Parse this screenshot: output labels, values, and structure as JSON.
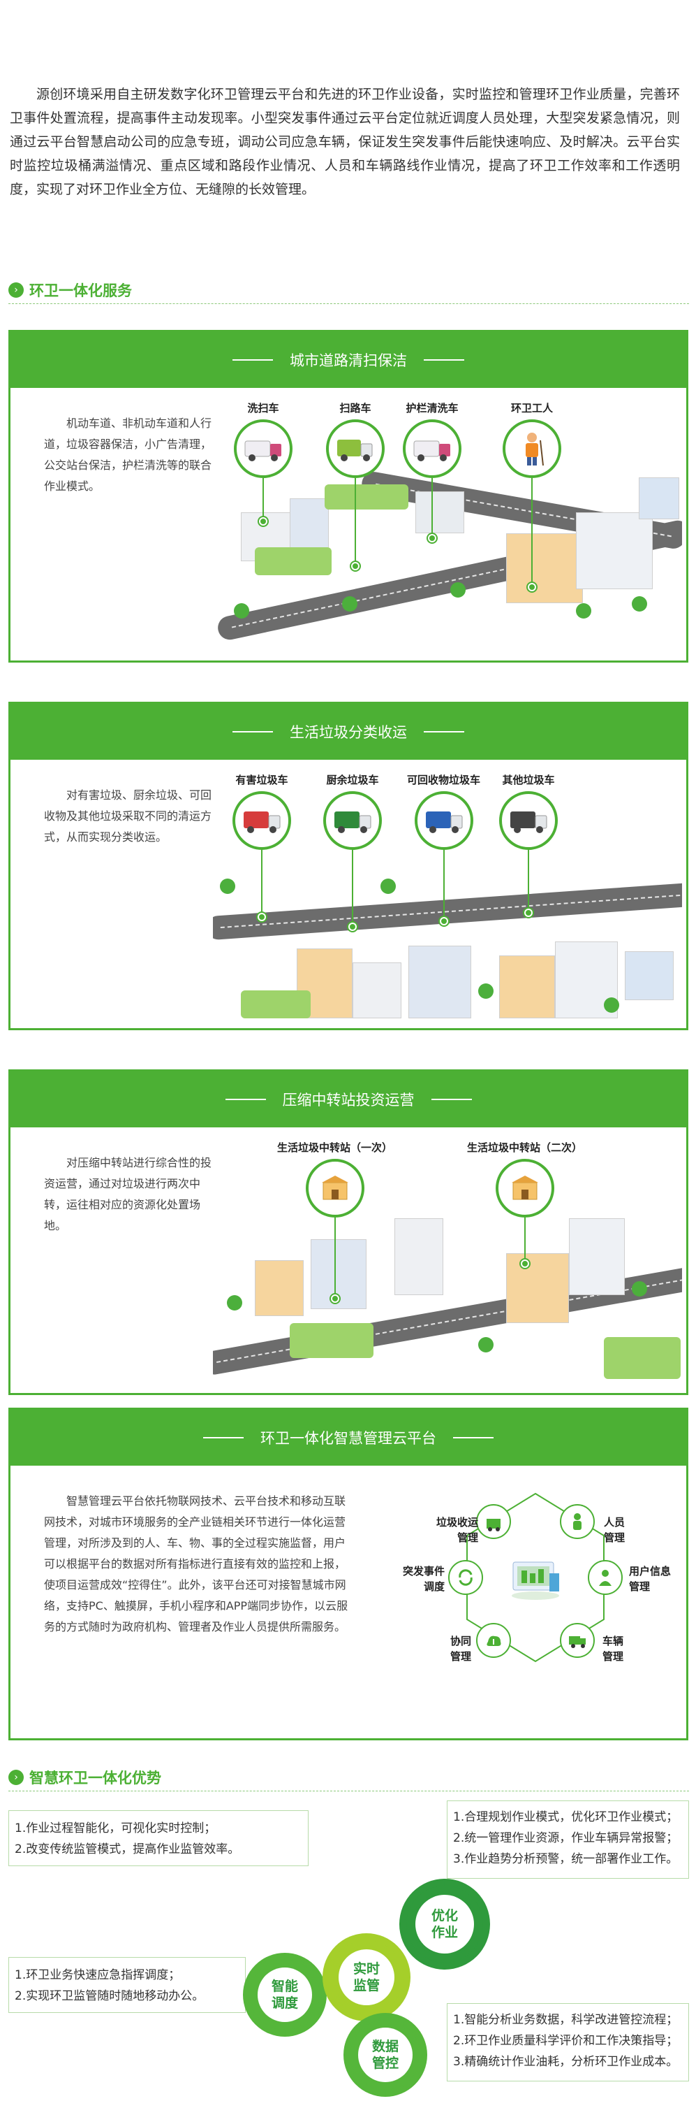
{
  "intro": "源创环境采用自主研发数字化环卫管理云平台和先进的环卫作业设备，实时监控和管理环卫作业质量，完善环卫事件处置流程，提高事件主动发现率。小型突发事件通过云平台定位就近调度人员处理，大型突发紧急情况，则通过云平台智慧启动公司的应急专班，调动公司应急车辆，保证发生突发事件后能快速响应、及时解决。云平台实时监控垃圾桶满溢情况、重点区域和路段作业情况、人员和车辆路线作业情况，提高了环卫工作效率和工作透明度，实现了对环卫作业全方位、无缝隙的长效管理。",
  "section1": {
    "title": "环卫一体化服务"
  },
  "panel1": {
    "title": "城市道路清扫保洁",
    "desc": "机动车道、非机动车道和人行道，垃圾容器保洁，小广告清理，公交站台保洁，护栏清洗等的联合作业模式。",
    "nodes": [
      "洗扫车",
      "扫路车",
      "护栏清洗车",
      "环卫工人"
    ]
  },
  "panel2": {
    "title": "生活垃圾分类收运",
    "desc": "对有害垃圾、厨余垃圾、可回收物及其他垃圾采取不同的清运方式，从而实现分类收运。",
    "nodes": [
      "有害垃圾车",
      "厨余垃圾车",
      "可回收物垃圾车",
      "其他垃圾车"
    ],
    "truck_colors": [
      "#d63c3c",
      "#2f8a3a",
      "#2b63b8",
      "#444444"
    ]
  },
  "panel3": {
    "title": "压缩中转站投资运营",
    "desc": "对压缩中转站进行综合性的投资运营，通过对垃圾进行两次中转，运往相对应的资源化处置场地。",
    "nodes": [
      "生活垃圾中转站（一次）",
      "生活垃圾中转站（二次）"
    ]
  },
  "panel4": {
    "title": "环卫一体化智慧管理云平台",
    "desc": "智慧管理云平台依托物联网技术、云平台技术和移动互联网技术，对城市环境服务的全产业链相关环节进行一体化运营管理，对所涉及到的人、车、物、事的全过程实施监督，用户可以根据平台的数据对所有指标进行直接有效的监控和上报，使项目运营成效“控得住”。此外，该平台还可对接智慧城市网络，支持PC、触摸屏，手机小程序和APP端同步协作，以云服务的方式随时为政府机构、管理者及作业人员提供所需服务。",
    "hex_labels": {
      "top_left": [
        "垃圾收运",
        "管理"
      ],
      "top_right": [
        "人员",
        "管理"
      ],
      "left": [
        "突发事件",
        "调度"
      ],
      "right": [
        "用户信息",
        "管理"
      ],
      "bottom_left": [
        "协同",
        "管理"
      ],
      "bottom_right": [
        "车辆",
        "管理"
      ]
    }
  },
  "section2": {
    "title": "智慧环卫一体化优势"
  },
  "advantages": {
    "left_top": [
      "1.作业过程智能化，可视化实时控制；",
      "2.改变传统监管模式，提高作业监管效率。"
    ],
    "left_bottom": [
      "1.环卫业务快速应急指挥调度；",
      "2.实现环卫监管随时随地移动办公。"
    ],
    "right_top": [
      "1.合理规划作业模式，优化环卫作业模式；",
      "2.统一管理作业资源，作业车辆异常报警；",
      "3.作业趋势分析预警，统一部署作业工作。"
    ],
    "right_bottom": [
      "1.智能分析业务数据，科学改进管控流程；",
      "2.环卫作业质量科学评价和工作决策指导；",
      "3.精确统计作业油耗，分析环卫作业成本。"
    ],
    "gears": {
      "optimize": "优化\n作业",
      "smart": "智能\n调度",
      "realtime": "实时\n监管",
      "data": "数据\n管控"
    }
  },
  "colors": {
    "accent": "#4cb034",
    "gear_dark": "#2f9a3c",
    "gear_lime": "#a5cf2a",
    "gear_mid": "#55b63a"
  }
}
